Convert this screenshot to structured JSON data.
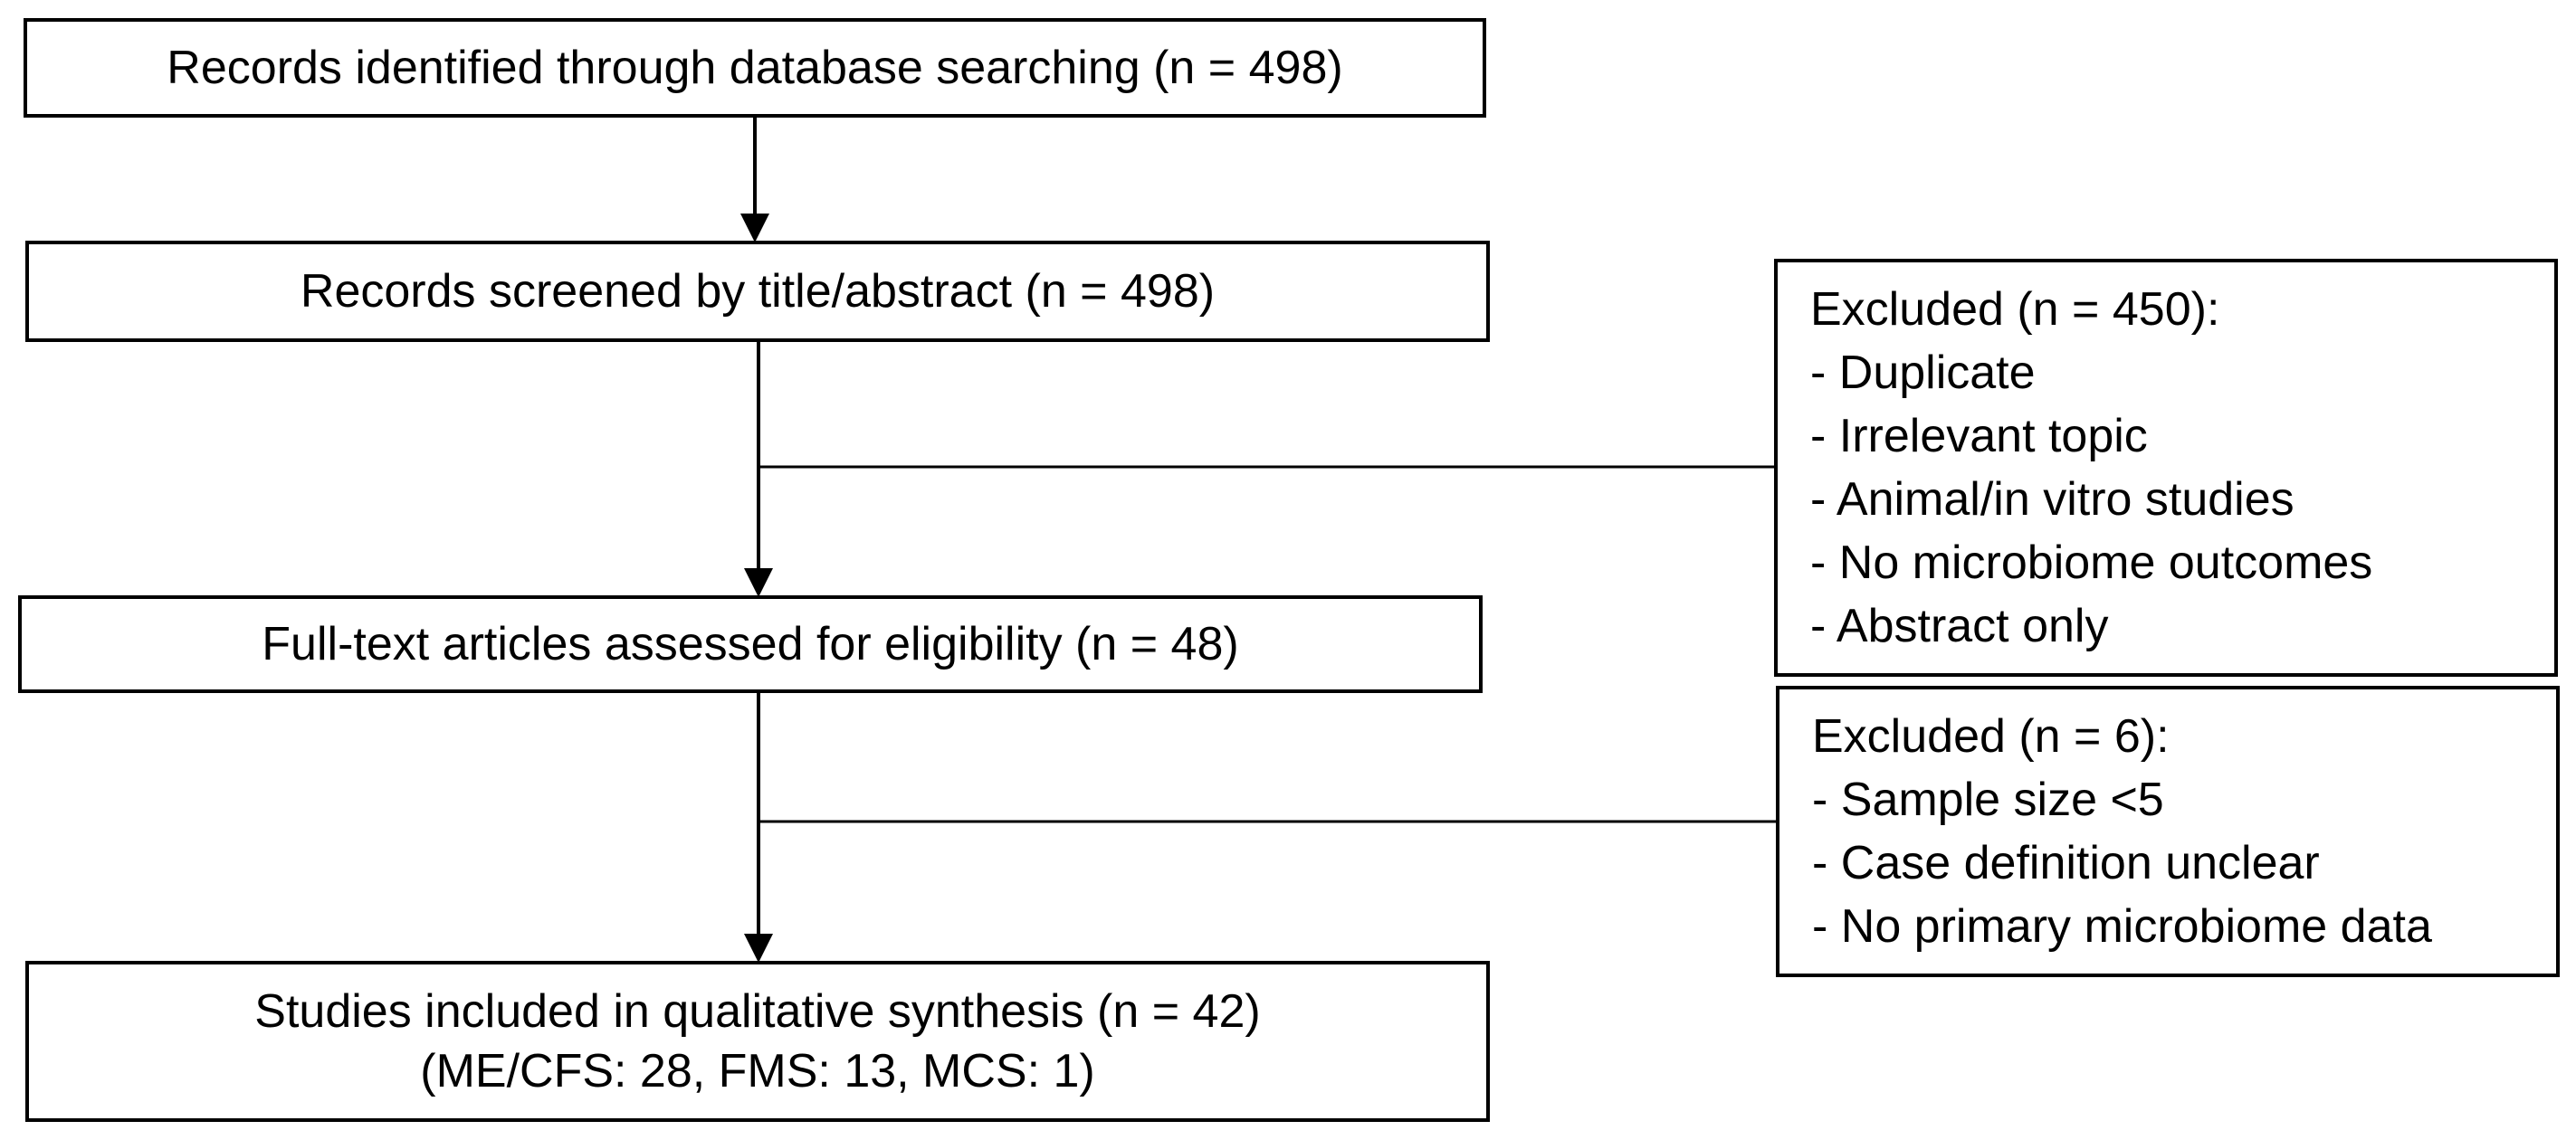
{
  "flow": {
    "identified": "Records identified through database searching (n = 498)",
    "screened": "Records screened by title/abstract (n = 498)",
    "fulltext": "Full-text articles assessed for eligibility (n = 48)",
    "included": {
      "line1": "Studies included in qualitative synthesis (n = 42)",
      "line2": "(ME/CFS: 28, FMS: 13, MCS: 1)"
    }
  },
  "exclusions": {
    "screening": {
      "title": "Excluded (n = 450):",
      "items": [
        "- Duplicate",
        "- Irrelevant topic",
        "- Animal/in vitro studies",
        "- No microbiome outcomes",
        "- Abstract only"
      ]
    },
    "fulltext": {
      "title": "Excluded (n = 6):",
      "items": [
        "- Sample size <5",
        "- Case definition unclear",
        "- No primary microbiome data"
      ]
    }
  }
}
